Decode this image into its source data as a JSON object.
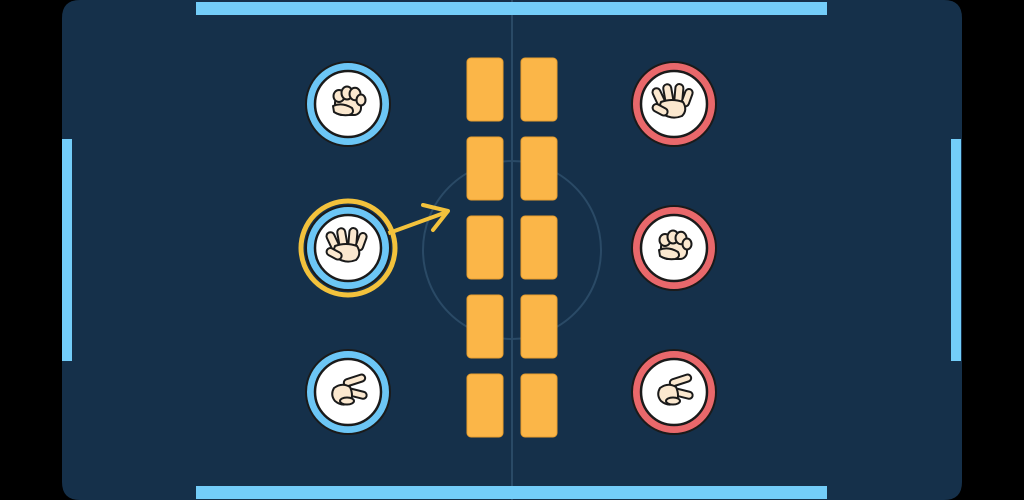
{
  "colors": {
    "background": "#000000",
    "field": "#15304a",
    "field_lines": "#2a4a66",
    "team_blue": "#6cc6f5",
    "team_red": "#e9686b",
    "wall_blue": "#73cdf9",
    "block": "#fbb648",
    "highlight": "#f3c23c",
    "token_face": "#ffffff",
    "hand_skin": "#fbe8cf",
    "outline": "#1a1a1a"
  },
  "board": {
    "left_team": [
      "rock",
      "paper",
      "scissors"
    ],
    "right_team": [
      "paper",
      "rock",
      "scissors"
    ],
    "selected": {
      "team": "left",
      "index": 1
    },
    "block_columns": 2,
    "blocks_per_column": 5
  }
}
